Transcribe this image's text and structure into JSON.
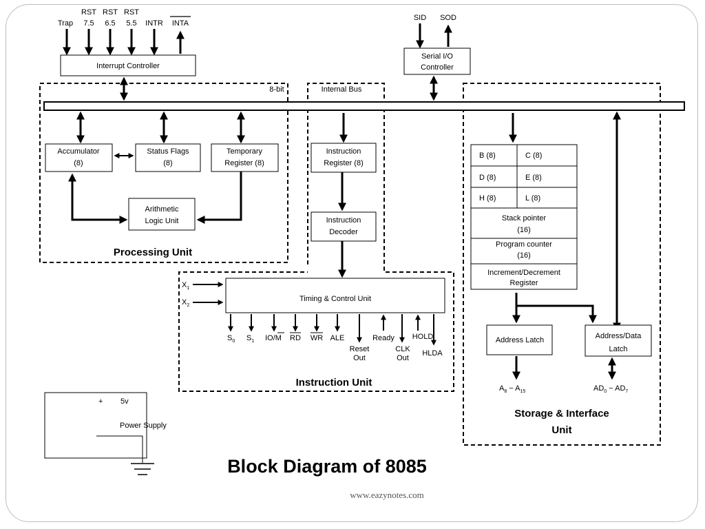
{
  "interrupts": {
    "trap": "Trap",
    "rst75": [
      "RST",
      "7.5"
    ],
    "rst65": [
      "RST",
      "6.5"
    ],
    "rst55": [
      "RST",
      "5.5"
    ],
    "intr": "INTR",
    "inta": "INTA"
  },
  "serial": {
    "sid": "SID",
    "sod": "SOD",
    "controller": [
      "Serial I/O",
      "Controller"
    ]
  },
  "interrupt_controller": "Interrupt Controller",
  "bus": {
    "width_label": "8-bit",
    "internal_label": "Internal Bus"
  },
  "processing_unit": {
    "label": "Processing Unit",
    "accumulator": [
      "Accumulator",
      "(8)"
    ],
    "status_flags": [
      "Status Flags",
      "(8)"
    ],
    "temp_register": [
      "Temporary",
      "Register (8)"
    ],
    "alu": [
      "Arithmetic",
      "Logic Unit"
    ]
  },
  "instruction_path": {
    "instruction_register": [
      "Instruction",
      "Register (8)"
    ],
    "instruction_decoder": [
      "Instruction",
      "Decoder"
    ]
  },
  "instruction_unit": {
    "label": "Instruction Unit",
    "timing_control": "Timing & Control Unit",
    "x1": "X",
    "x2": "X",
    "x1_sub": "1",
    "x2_sub": "2",
    "signals": {
      "s0": "S",
      "s0_sub": "0",
      "s1": "S",
      "s1_sub": "1",
      "io_m": "IO/M",
      "rd": "RD",
      "wr": "WR",
      "ale": "ALE",
      "reset_out": [
        "Reset",
        "Out"
      ],
      "ready": "Ready",
      "clk_out": [
        "CLK",
        "Out"
      ],
      "hold": "HOLD",
      "hlda": "HLDA"
    }
  },
  "storage_unit": {
    "label": [
      "Storage & Interface",
      "Unit"
    ],
    "registers": [
      [
        "B (8)",
        "C (8)"
      ],
      [
        "D (8)",
        "E (8)"
      ],
      [
        "H (8)",
        "L (8)"
      ]
    ],
    "stack_pointer": [
      "Stack pointer",
      "(16)"
    ],
    "program_counter": [
      "Program counter",
      "(16)"
    ],
    "inc_dec": [
      "Increment/Decrement",
      "Register"
    ],
    "address_latch": "Address Latch",
    "addr_data_latch": [
      "Address/Data",
      "Latch"
    ],
    "addr_out": "A",
    "addr_out_sub1": "8",
    "addr_out_mid": " − A",
    "addr_out_sub2": "15",
    "ad_out": "AD",
    "ad_out_sub1": "0",
    "ad_out_mid": " − AD",
    "ad_out_sub2": "7"
  },
  "power": {
    "plus": "+",
    "voltage": "5v",
    "label": "Power Supply"
  },
  "title": "Block Diagram of 8085",
  "website": "www.eazynotes.com"
}
